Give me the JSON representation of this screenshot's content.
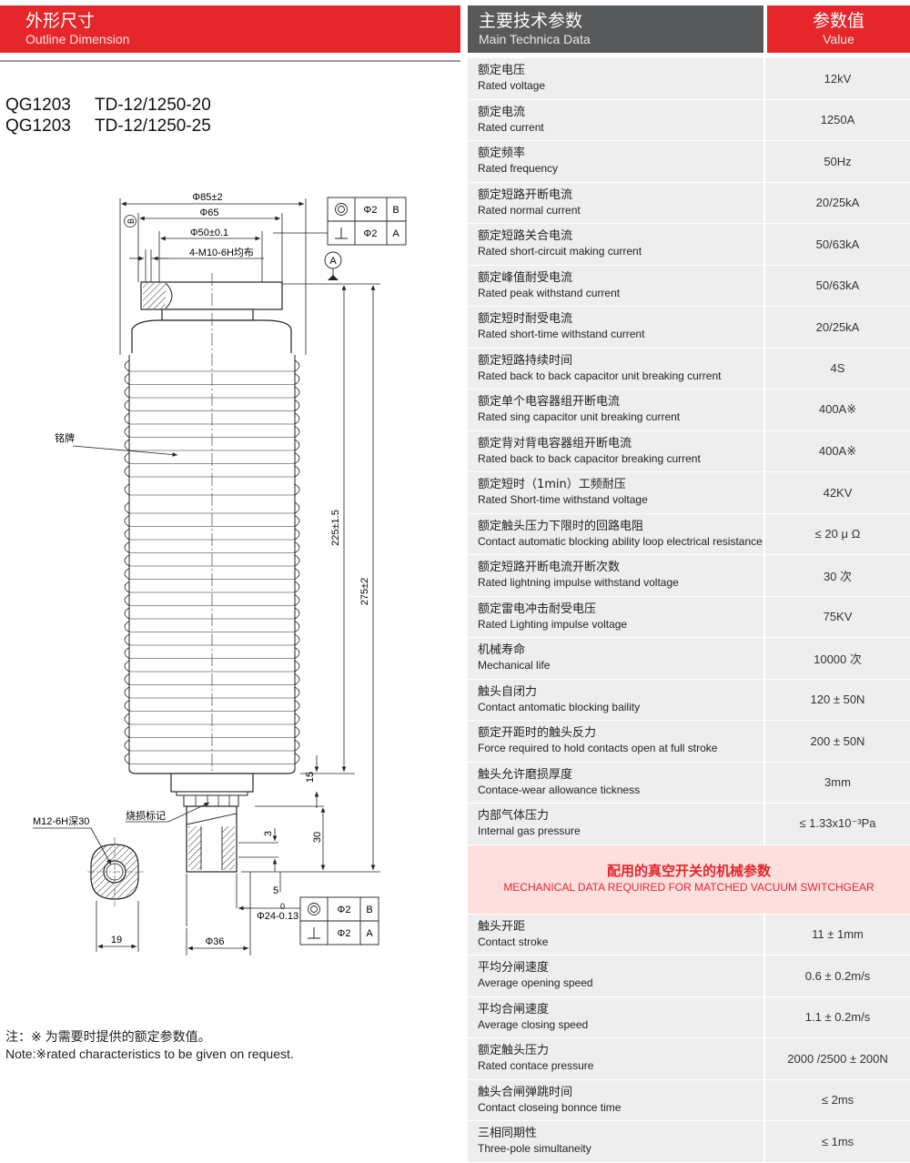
{
  "outline": {
    "title_zh": "外形尺寸",
    "title_en": "Outline Dimension",
    "models": [
      {
        "code": "QG1203",
        "type": "TD-12/1250-20"
      },
      {
        "code": "QG1203",
        "type": "TD-12/1250-25"
      }
    ],
    "dims": {
      "d85": "Φ85±2",
      "d65": "Φ65",
      "d50": "Φ50±0.1",
      "thread": "4-M10-6H均布",
      "nameplate": "铭牌",
      "len225": "225±1.5",
      "len275": "275±2",
      "d15": "15",
      "d3": "3",
      "d30": "30",
      "d5": "5",
      "d24_sup": "0",
      "d24": "Φ24-0.13",
      "d36": "Φ36",
      "wear_mark": "烧损标记",
      "m12": "M12-6H深30",
      "d19": "19",
      "datum_a": "A",
      "datum_b": "B"
    },
    "tolerance_top": [
      {
        "sym": "concentricity",
        "tol": "Φ2",
        "ref": "B"
      },
      {
        "sym": "perpendicularity",
        "tol": "Φ2",
        "ref": "A"
      }
    ],
    "tolerance_bottom": [
      {
        "sym": "concentricity",
        "tol": "Φ2",
        "ref": "B"
      },
      {
        "sym": "perpendicularity",
        "tol": "Φ2",
        "ref": "A"
      }
    ],
    "note_zh": "注：※ 为需要时提供的额定参数值。",
    "note_en": "Note:※rated characteristics to be given on request."
  },
  "tech": {
    "title_zh": "主要技术参数",
    "title_en": "Main Technica Data",
    "value_zh": "参数值",
    "value_en": "Value",
    "rows": [
      {
        "zh": "额定电压",
        "en": "Rated voltage",
        "value": "12kV"
      },
      {
        "zh": "额定电流",
        "en": "Rated current",
        "value": "1250A"
      },
      {
        "zh": "额定频率",
        "en": "Rated frequency",
        "value": "50Hz"
      },
      {
        "zh": "额定短路开断电流",
        "en": "Rated normal current",
        "value": "20/25kA"
      },
      {
        "zh": "额定短路关合电流",
        "en": "Rated short-circuit making current",
        "value": "50/63kA"
      },
      {
        "zh": "额定峰值耐受电流",
        "en": "Rated peak withstand current",
        "value": "50/63kA"
      },
      {
        "zh": "额定短时耐受电流",
        "en": "Rated short-time withstand current",
        "value": "20/25kA"
      },
      {
        "zh": "额定短路持续时间",
        "en": "Rated back to back capacitor unit breaking current",
        "value": "4S"
      },
      {
        "zh": "额定单个电容器组开断电流",
        "en": "Rated sing capacitor unit breaking current",
        "value": "400A※"
      },
      {
        "zh": "额定背对背电容器组开断电流",
        "en": "Rated back to back capacitor breaking current",
        "value": "400A※"
      },
      {
        "zh": "额定短时（1min）工频耐压",
        "en": "Rated Short-time withstand voltage",
        "value": "42KV"
      },
      {
        "zh": "额定触头压力下限时的回路电阻",
        "en": "Contact automatic blocking ability loop electrical resistance",
        "value": "≤ 20 μ Ω"
      },
      {
        "zh": "额定短路开断电流开断次数",
        "en": "Rated lightning impulse withstand voltage",
        "value": "30 次"
      },
      {
        "zh": "额定雷电冲击耐受电压",
        "en": "Rated Lighting impulse  voltage",
        "value": "75KV"
      },
      {
        "zh": "机械寿命",
        "en": "Mechanical life",
        "value": "10000 次"
      },
      {
        "zh": "触头自闭力",
        "en": "Contact antomatic blocking baility",
        "value": "120 ± 50N"
      },
      {
        "zh": "额定开距时的触头反力",
        "en": "Force required to hold contacts open at full stroke",
        "value": "200 ± 50N"
      },
      {
        "zh": "触头允许磨损厚度",
        "en": "Contace-wear allowance tickness",
        "value": "3mm"
      },
      {
        "zh": "内部气体压力",
        "en": "Internal gas pressure",
        "value": "≤ 1.33x10⁻³Pa"
      }
    ],
    "mech_title_zh": "配用的真空开关的机械参数",
    "mech_title_en": "MECHANICAL DATA REQUIRED FOR MATCHED VACUUM SWITCHGEAR",
    "mech_rows": [
      {
        "zh": "触头开距",
        "en": "Contact stroke",
        "value": "11 ± 1mm"
      },
      {
        "zh": "平均分闸速度",
        "en": "Average opening speed",
        "value": "0.6 ± 0.2m/s"
      },
      {
        "zh": "平均合闸速度",
        "en": "Average closing speed",
        "value": "1.1 ± 0.2m/s"
      },
      {
        "zh": "额定触头压力",
        "en": "Rated contace pressure",
        "value": "2000 /2500 ± 200N"
      },
      {
        "zh": "触头合闸弹跳时间",
        "en": "Contact closeing bonnce time",
        "value": "≤ 2ms"
      },
      {
        "zh": "三相同期性",
        "en": "Three-pole simultaneity",
        "value": "≤ 1ms"
      }
    ]
  }
}
